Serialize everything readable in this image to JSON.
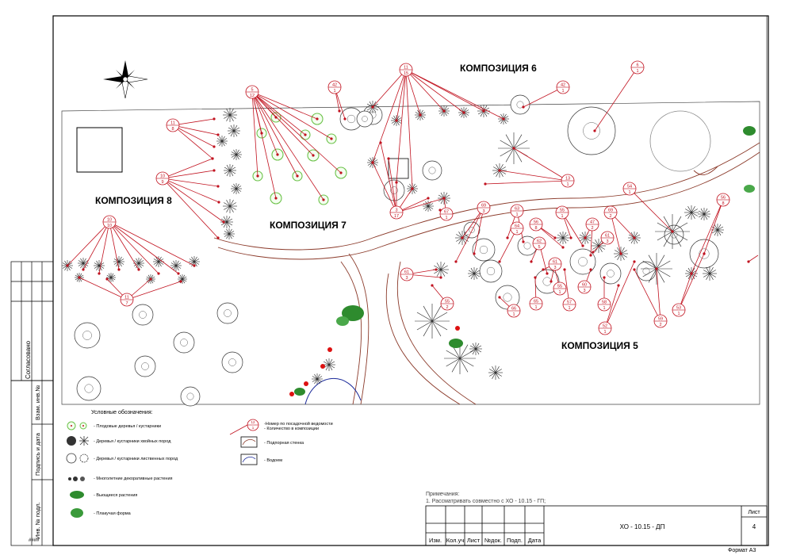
{
  "compositions": [
    {
      "id": "5",
      "label": "КОМПОЗИЦИЯ 5"
    },
    {
      "id": "6",
      "label": "КОМПОЗИЦИЯ 6"
    },
    {
      "id": "7",
      "label": "КОМПОЗИЦИЯ 7"
    },
    {
      "id": "8",
      "label": "КОМПОЗИЦИЯ 8"
    }
  ],
  "tags": [
    {
      "num": "11",
      "qty": "8"
    },
    {
      "num": "10",
      "qty": "9"
    },
    {
      "num": "10",
      "qty": "10"
    },
    {
      "num": "11",
      "qty": "7"
    },
    {
      "num": "5",
      "qty": "12"
    },
    {
      "num": "42",
      "qty": "1"
    },
    {
      "num": "11",
      "qty": "15"
    },
    {
      "num": "42",
      "qty": "1"
    },
    {
      "num": "6",
      "qty": "1"
    },
    {
      "num": "3",
      "qty": "17"
    },
    {
      "num": "13",
      "qty": "1"
    },
    {
      "num": "54",
      "qty": "1"
    },
    {
      "num": "56",
      "qty": "8"
    },
    {
      "num": "67",
      "qty": "1"
    },
    {
      "num": "69",
      "qty": "3"
    },
    {
      "num": "63",
      "qty": "1"
    },
    {
      "num": "64",
      "qty": "1"
    },
    {
      "num": "56",
      "qty": "8"
    },
    {
      "num": "55",
      "qty": "1"
    },
    {
      "num": "69",
      "qty": "2"
    },
    {
      "num": "47",
      "qty": "2"
    },
    {
      "num": "62",
      "qty": "5"
    },
    {
      "num": "61",
      "qty": "3"
    },
    {
      "num": "61",
      "qty": "3"
    },
    {
      "num": "61",
      "qty": "3"
    },
    {
      "num": "60",
      "qty": "3"
    },
    {
      "num": "55",
      "qty": "1"
    },
    {
      "num": "55",
      "qty": "2"
    },
    {
      "num": "66",
      "qty": "1"
    },
    {
      "num": "65",
      "qty": "1"
    },
    {
      "num": "57",
      "qty": "1"
    },
    {
      "num": "58",
      "qty": "1"
    },
    {
      "num": "53",
      "qty": "1"
    },
    {
      "num": "59",
      "qty": "2"
    },
    {
      "num": "52",
      "qty": "1"
    }
  ],
  "legend": {
    "title": "Условные обозначения:",
    "items": [
      "- Плодовые деревья / кустарники",
      "- Деревья / кустарники хвойных пород",
      "- Деревья / кустарники лиственных пород",
      "- Многолетние декоративные растения",
      "- Вьющиеся растения",
      "- Плакучая форма"
    ],
    "tag_num": "12",
    "tag_qty": "1",
    "tag_line1": "-Номер по посадочной ведомости",
    "tag_line2": "- Количество в композиции",
    "retaining_wall": "- Подпорная стенка",
    "pond": "- Водоем"
  },
  "notes": {
    "title": "Примечания:",
    "line1": "1. Рассматривать совместно с ХО - 10.15 - ГП;"
  },
  "stamp": {
    "code": "ХО - 10.15 - ДП",
    "sheet_label": "Лист",
    "sheet_num": "4",
    "cols": [
      "Изм.",
      "Кол.уч",
      "Лист",
      "№док.",
      "Подп.",
      "Дата"
    ],
    "format": "Формат А3",
    "corner": "####"
  },
  "side_stamp": {
    "agreed": "Согласовано",
    "inv_replace": "Взам. инв.№",
    "sign_date": "Подпись и дата",
    "inv_orig": "Инв. № подл."
  }
}
